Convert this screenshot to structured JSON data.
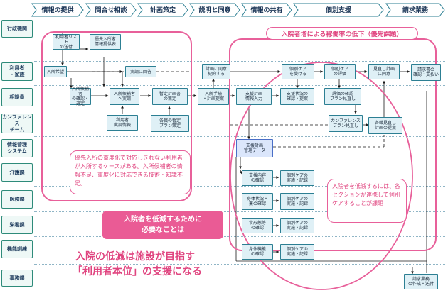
{
  "phases": [
    "情報の提供",
    "問合せ相談",
    "計画策定",
    "説明と同意",
    "情報の共有",
    "個別支援",
    "請求業務"
  ],
  "lanes": [
    "行政機関",
    "利用者\n・家族",
    "相談員",
    "カンファレンス\nチーム",
    "情報管理\nシステム",
    "介護課",
    "医務課",
    "栄養課",
    "機能訓練",
    "事務課"
  ],
  "boxes": {
    "b1": "利用者リスト\nの送付",
    "b2": "優先入所者\n情報提供表",
    "b3": "入所希望",
    "b4": "実調に回答",
    "b5": "計画に同意\n契約する",
    "b6": "個別ケア\nを受ける",
    "b7": "個別ケア\nの評価",
    "b8": "見直し計画\nに同意",
    "b9": "請求書の\n確認・支払い",
    "b10": "入所候補者\nの確認・選定",
    "b11": "入所候補者\nへ実調",
    "b12": "暫定計画書\nの策定",
    "b13": "入所手続\n・計画提案",
    "b14": "支援計画\n情報入力",
    "b15": "支援状況の\n確認・提案",
    "b16": "評価の確認\nプラン見直し",
    "b17": "利用者\n実調情報",
    "b18": "各職の暫定\nプラン策定",
    "b19": "カンファレンス\nプラン見直し",
    "b20": "各職見直し\n計画の提案",
    "b21": "支援計画\n管理データ",
    "b22": "支援内容\nの確認",
    "b23": "個別ケアの\n実施・記録",
    "b24": "身体状況・\n薬の確認",
    "b25": "個別ケアの\n実施・記録",
    "b26": "食形態等\nの確認",
    "b27": "個別ケアの\n実施・記録",
    "b28": "身体機能\nの確認",
    "b29": "個別ケアの\n実施・記録",
    "b30": "請求業務\nの作成・送付"
  },
  "top_callout": "入院者増による稼働率の低下（優先課題）",
  "left_callout": "優先入所の重度化で対応しきれない利用者が入所するケースがある。入所候補者の情報不足、重度化に対応できる技術・知識不足。",
  "right_callout": "入院者を低減するには、各セクションが連携して個別ケアすることが課題",
  "pill": [
    "入院者を低減するために",
    "必要なことは"
  ],
  "message": [
    "入院の低減は施設が目指す",
    "「利用者本位」の支援になる"
  ],
  "colors": {
    "accent": "#ea5b95",
    "lane_border": "#2e8b7a",
    "box_fill": "#dff0f6"
  }
}
